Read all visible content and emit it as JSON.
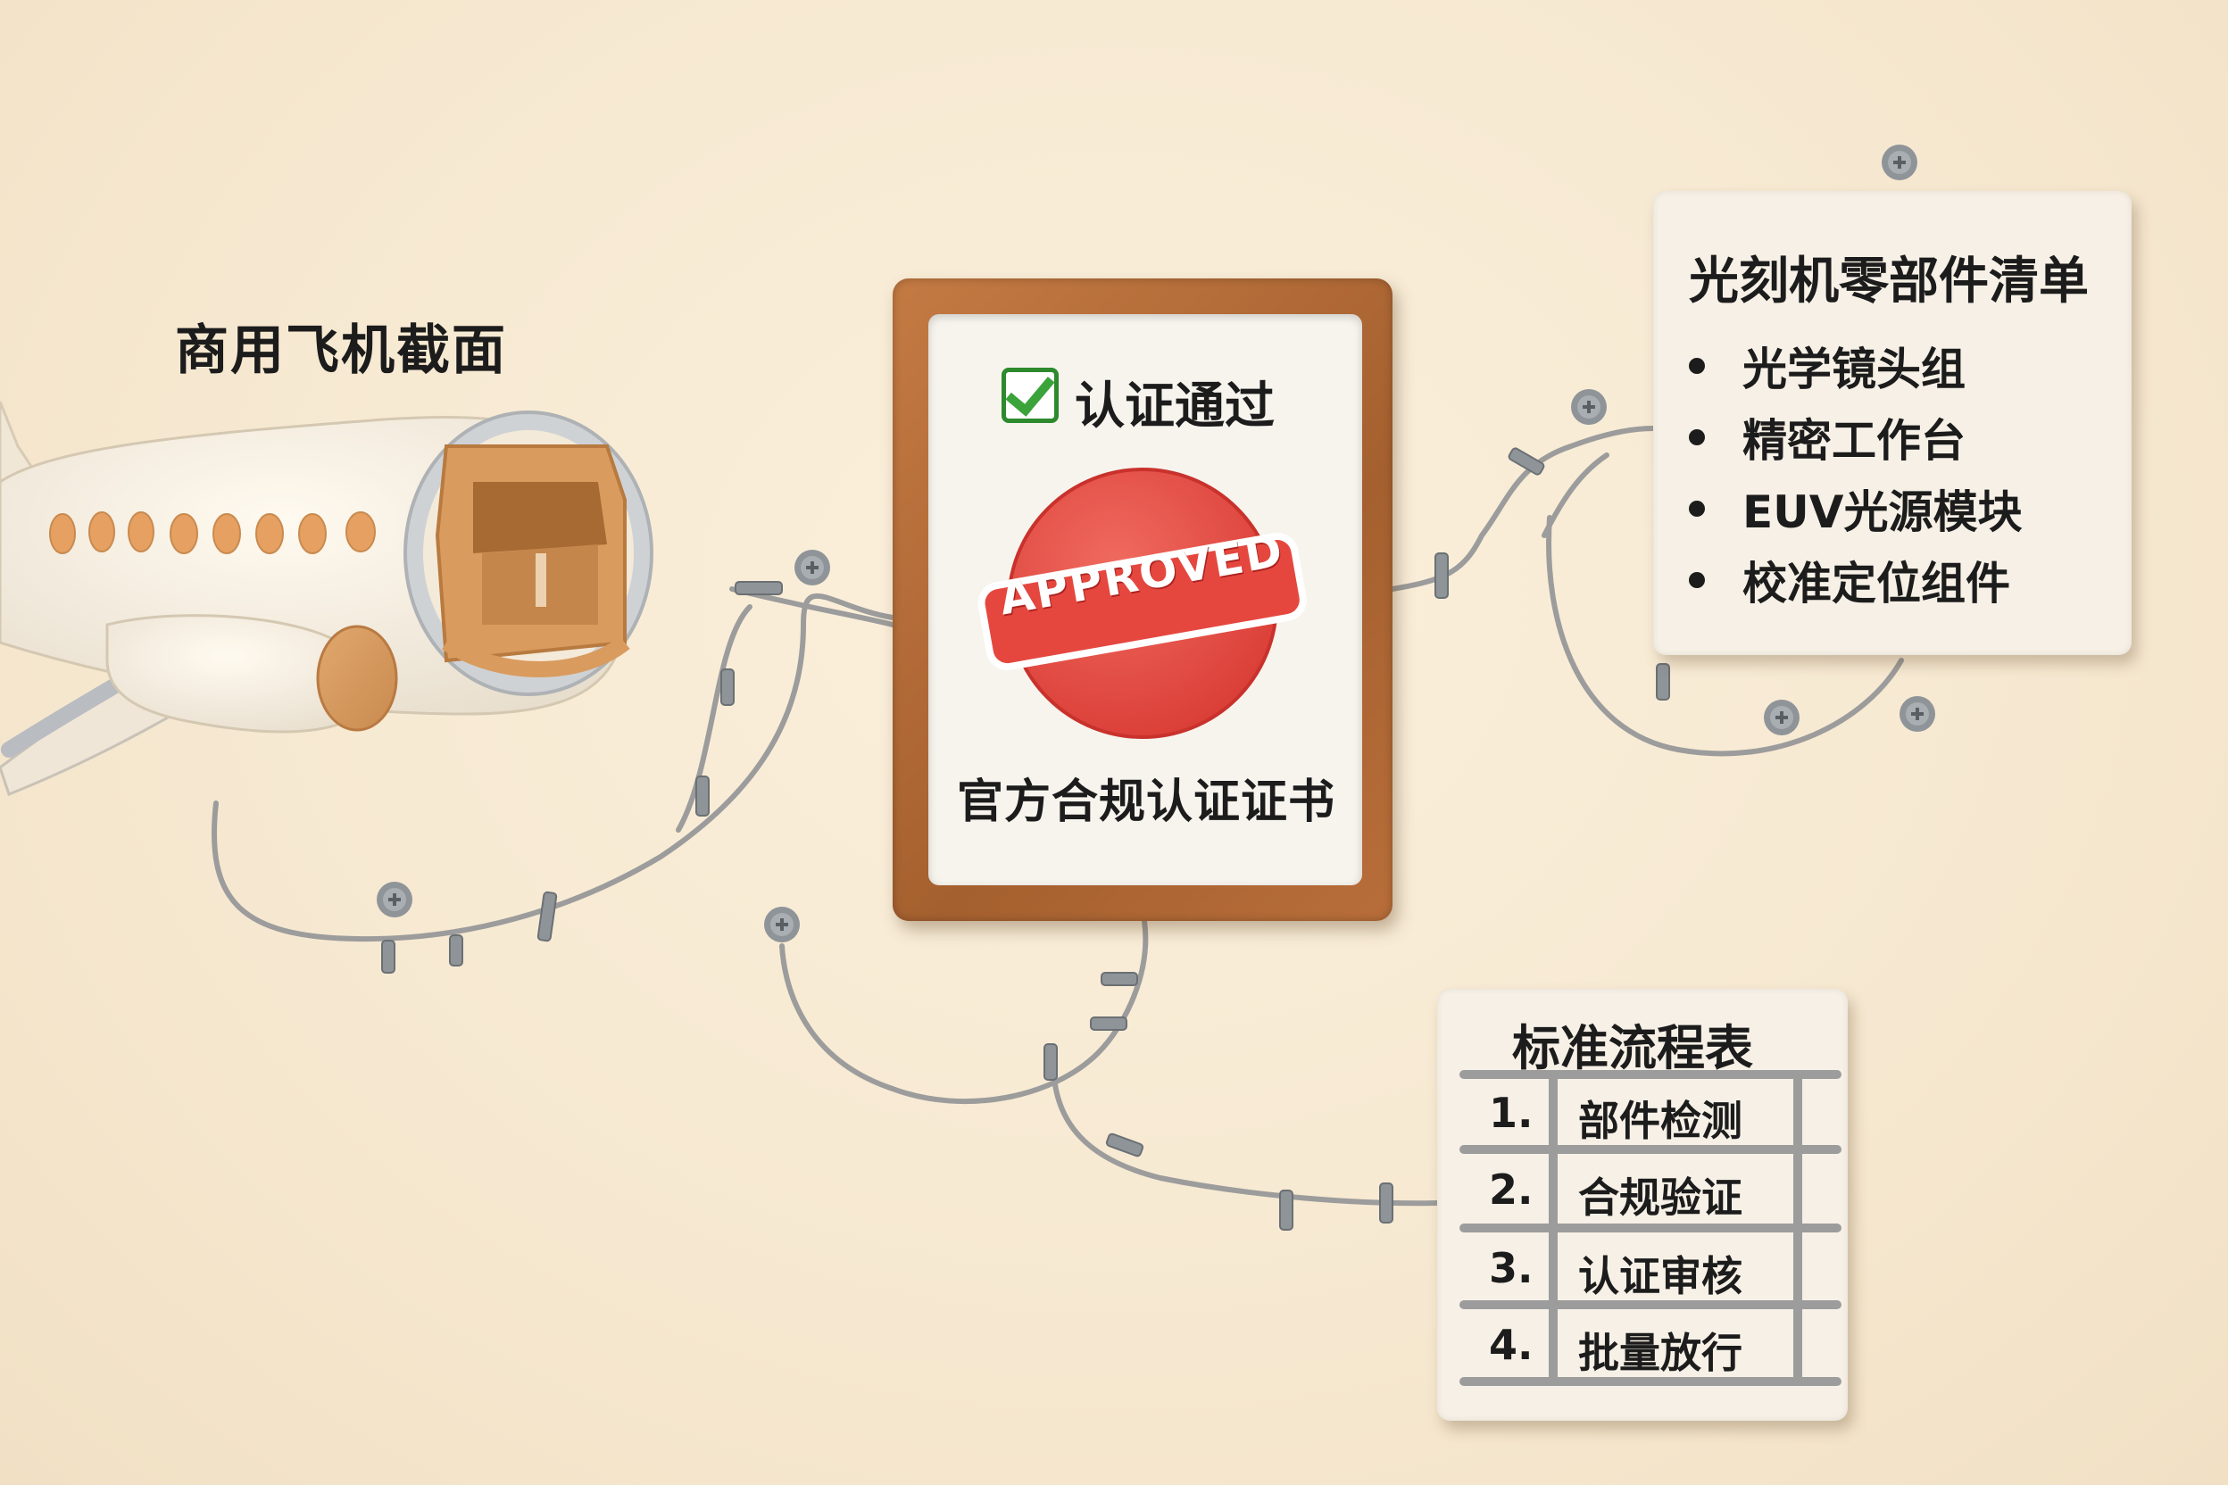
{
  "plane": {
    "title": "商用飞机截面"
  },
  "certificate": {
    "status": "认证通过",
    "stamp": "APPROVED",
    "footer": "官方合规认证证书",
    "check_icon": "green-checkmark"
  },
  "parts_list": {
    "title": "光刻机零部件清单",
    "items": [
      "光学镜头组",
      "精密工作台",
      "EUV光源模块",
      "校准定位组件"
    ]
  },
  "process_table": {
    "title": "标准流程表",
    "rows": [
      {
        "num": "1.",
        "step": "部件检测"
      },
      {
        "num": "2.",
        "step": "合规验证"
      },
      {
        "num": "3.",
        "step": "认证审核"
      },
      {
        "num": "4.",
        "step": "批量放行"
      }
    ]
  },
  "colors": {
    "background": "#f6e8d0",
    "frame": "#b06a37",
    "stamp_red": "#e0463f",
    "wire": "#9a9a9a",
    "text": "#1c1c1c"
  }
}
